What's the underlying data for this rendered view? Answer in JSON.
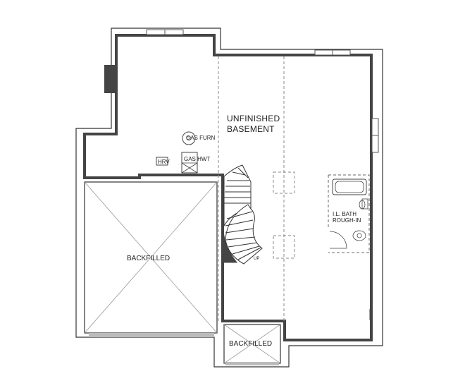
{
  "plan": {
    "rooms": {
      "basement_line1": "UNFINISHED",
      "basement_line2": "BASEMENT",
      "backfilled_main": "BACKFILLED",
      "backfilled_small": "BACKFILLED",
      "bath_line1": "I.L. BATH",
      "bath_line2": "ROUGH-IN"
    },
    "equipment": {
      "furnace": "GAS FURN",
      "hrv": "HRV",
      "hwt": "GAS HWT"
    },
    "stairs": {
      "direction": "UP"
    },
    "colors": {
      "wall_fill": "#444444",
      "line": "#333333",
      "dashed": "#8a8a8a",
      "light": "#bbbbbb"
    }
  }
}
